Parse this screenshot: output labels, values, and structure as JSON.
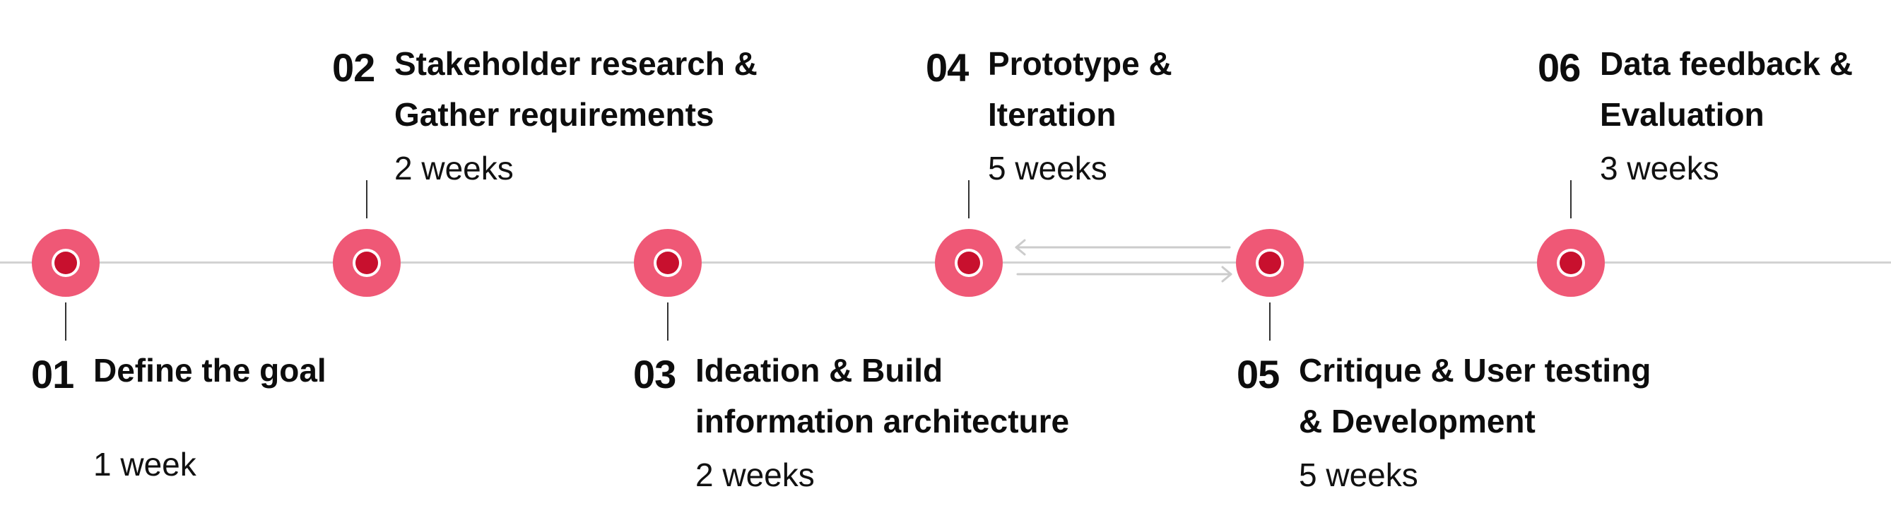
{
  "steps": [
    {
      "number": "01",
      "title_lines": [
        "Define the goal"
      ],
      "duration": "1 week"
    },
    {
      "number": "02",
      "title_lines": [
        "Stakeholder research &",
        "Gather requirements"
      ],
      "duration": "2 weeks"
    },
    {
      "number": "03",
      "title_lines": [
        "Ideation & Build",
        "information architecture"
      ],
      "duration": "2 weeks"
    },
    {
      "number": "04",
      "title_lines": [
        "Prototype &",
        "Iteration"
      ],
      "duration": "5 weeks"
    },
    {
      "number": "05",
      "title_lines": [
        "Critique & User testing",
        "& Development"
      ],
      "duration": "5 weeks"
    },
    {
      "number": "06",
      "title_lines": [
        "Data feedback &",
        "Evaluation"
      ],
      "duration": "3 weeks"
    }
  ],
  "colors": {
    "node_outer": "#ef5876",
    "node_core": "#c8102e",
    "axis": "#d2d2d2",
    "arrow": "#cccccc"
  },
  "connectors": {
    "between": [
      "04",
      "05"
    ],
    "arrows": [
      "left",
      "right"
    ]
  }
}
